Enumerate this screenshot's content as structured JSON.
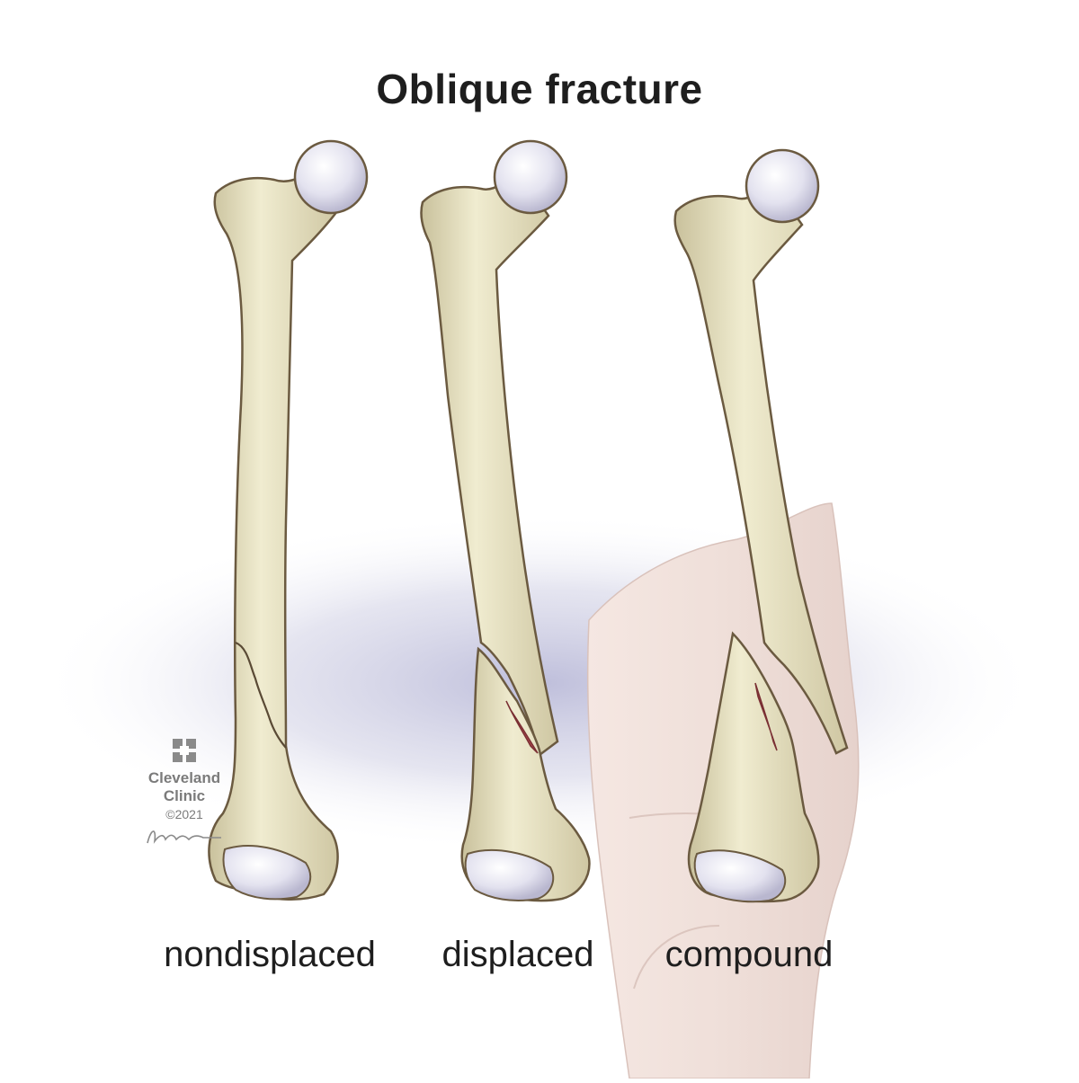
{
  "title": "Oblique fracture",
  "labels": {
    "nondisplaced": "nondisplaced",
    "displaced": "displaced",
    "compound": "compound"
  },
  "brand": {
    "name_line1": "Cleveland",
    "name_line2": "Clinic",
    "copyright": "©2021"
  },
  "colors": {
    "bone": "#e6e1c0",
    "bone_outline": "#6b5a40",
    "cartilage": "#dcdcec",
    "skin": "#f1e1dc",
    "blood": "#a9454a",
    "shadow": "#b8b8d6"
  }
}
